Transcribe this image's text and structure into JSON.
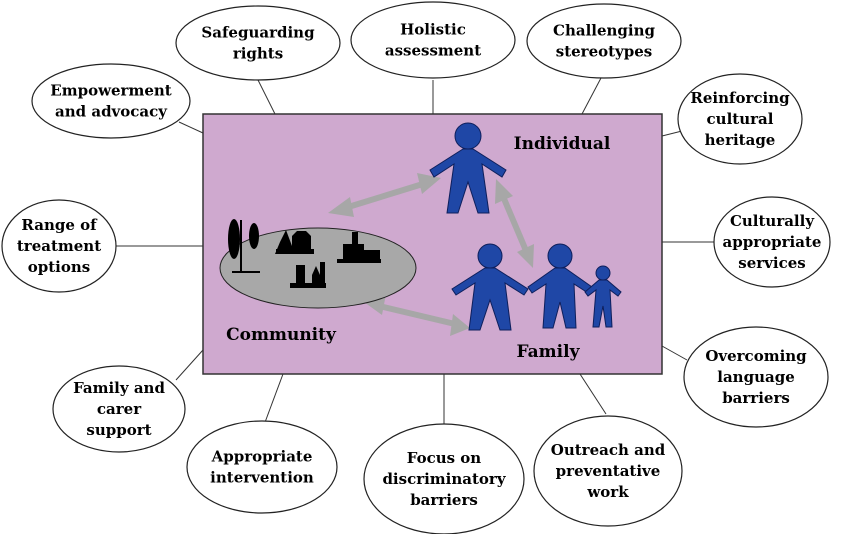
{
  "center": {
    "labels": {
      "individual": "Individual",
      "community": "Community",
      "family": "Family"
    }
  },
  "nodes": [
    {
      "id": "safeguarding-rights",
      "lines": [
        "Safeguarding",
        "rights"
      ]
    },
    {
      "id": "holistic-assessment",
      "lines": [
        "Holistic",
        "assessment"
      ]
    },
    {
      "id": "challenging-stereotypes",
      "lines": [
        "Challenging",
        "stereotypes"
      ]
    },
    {
      "id": "empowerment-and-advocacy",
      "lines": [
        "Empowerment",
        "and advocacy"
      ]
    },
    {
      "id": "reinforcing-cultural-heritage",
      "lines": [
        "Reinforcing",
        "cultural",
        "heritage"
      ]
    },
    {
      "id": "range-of-treatment-options",
      "lines": [
        "Range of",
        "treatment",
        "options"
      ]
    },
    {
      "id": "culturally-appropriate-services",
      "lines": [
        "Culturally",
        "appropriate",
        "services"
      ]
    },
    {
      "id": "overcoming-language-barriers",
      "lines": [
        "Overcoming",
        "language",
        "barriers"
      ]
    },
    {
      "id": "family-and-carer-support",
      "lines": [
        "Family and",
        "carer",
        "support"
      ]
    },
    {
      "id": "appropriate-intervention",
      "lines": [
        "Appropriate",
        "intervention"
      ]
    },
    {
      "id": "focus-on-discriminatory-barriers",
      "lines": [
        "Focus on",
        "discriminatory",
        "barriers"
      ]
    },
    {
      "id": "outreach-and-preventative-work",
      "lines": [
        "Outreach and",
        "preventative",
        "work"
      ]
    }
  ],
  "colors": {
    "panel": "#cfa9cf",
    "community": "#a8a8a8",
    "person": "#1f47a6",
    "arrow": "#a7a7a7"
  }
}
